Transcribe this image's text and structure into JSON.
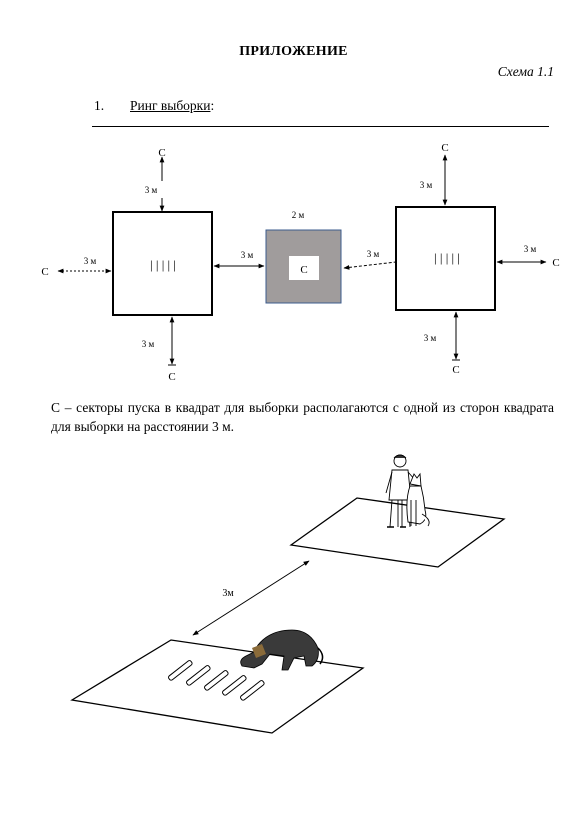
{
  "header": {
    "title": "ПРИЛОЖЕНИЕ",
    "scheme_label": "Схема 1.1"
  },
  "section": {
    "number": "1.",
    "label": "Ринг выборки",
    "label_suffix": ":"
  },
  "schema": {
    "left_square": {
      "marks": "| | | | |",
      "top_distance": "3 м",
      "top_sector": "С",
      "left_distance": "3 м",
      "left_sector": "С",
      "bottom_distance": "3 м",
      "bottom_sector": "С",
      "right_distance": "3 м"
    },
    "center_square": {
      "size": "2 м",
      "sector": "С",
      "fill_color": "#a09c9c"
    },
    "right_square": {
      "marks": "| | | | |",
      "top_distance": "3 м",
      "top_sector": "С",
      "left_distance": "3 м",
      "right_distance": "3 м",
      "right_sector": "С",
      "bottom_distance": "3 м",
      "bottom_sector": "С"
    }
  },
  "caption": "С – секторы пуска в квадрат для выборки располагаются с одной из сторон квадрата для выборки на расстоянии 3 м.",
  "illustration": {
    "distance_label": "3м"
  }
}
